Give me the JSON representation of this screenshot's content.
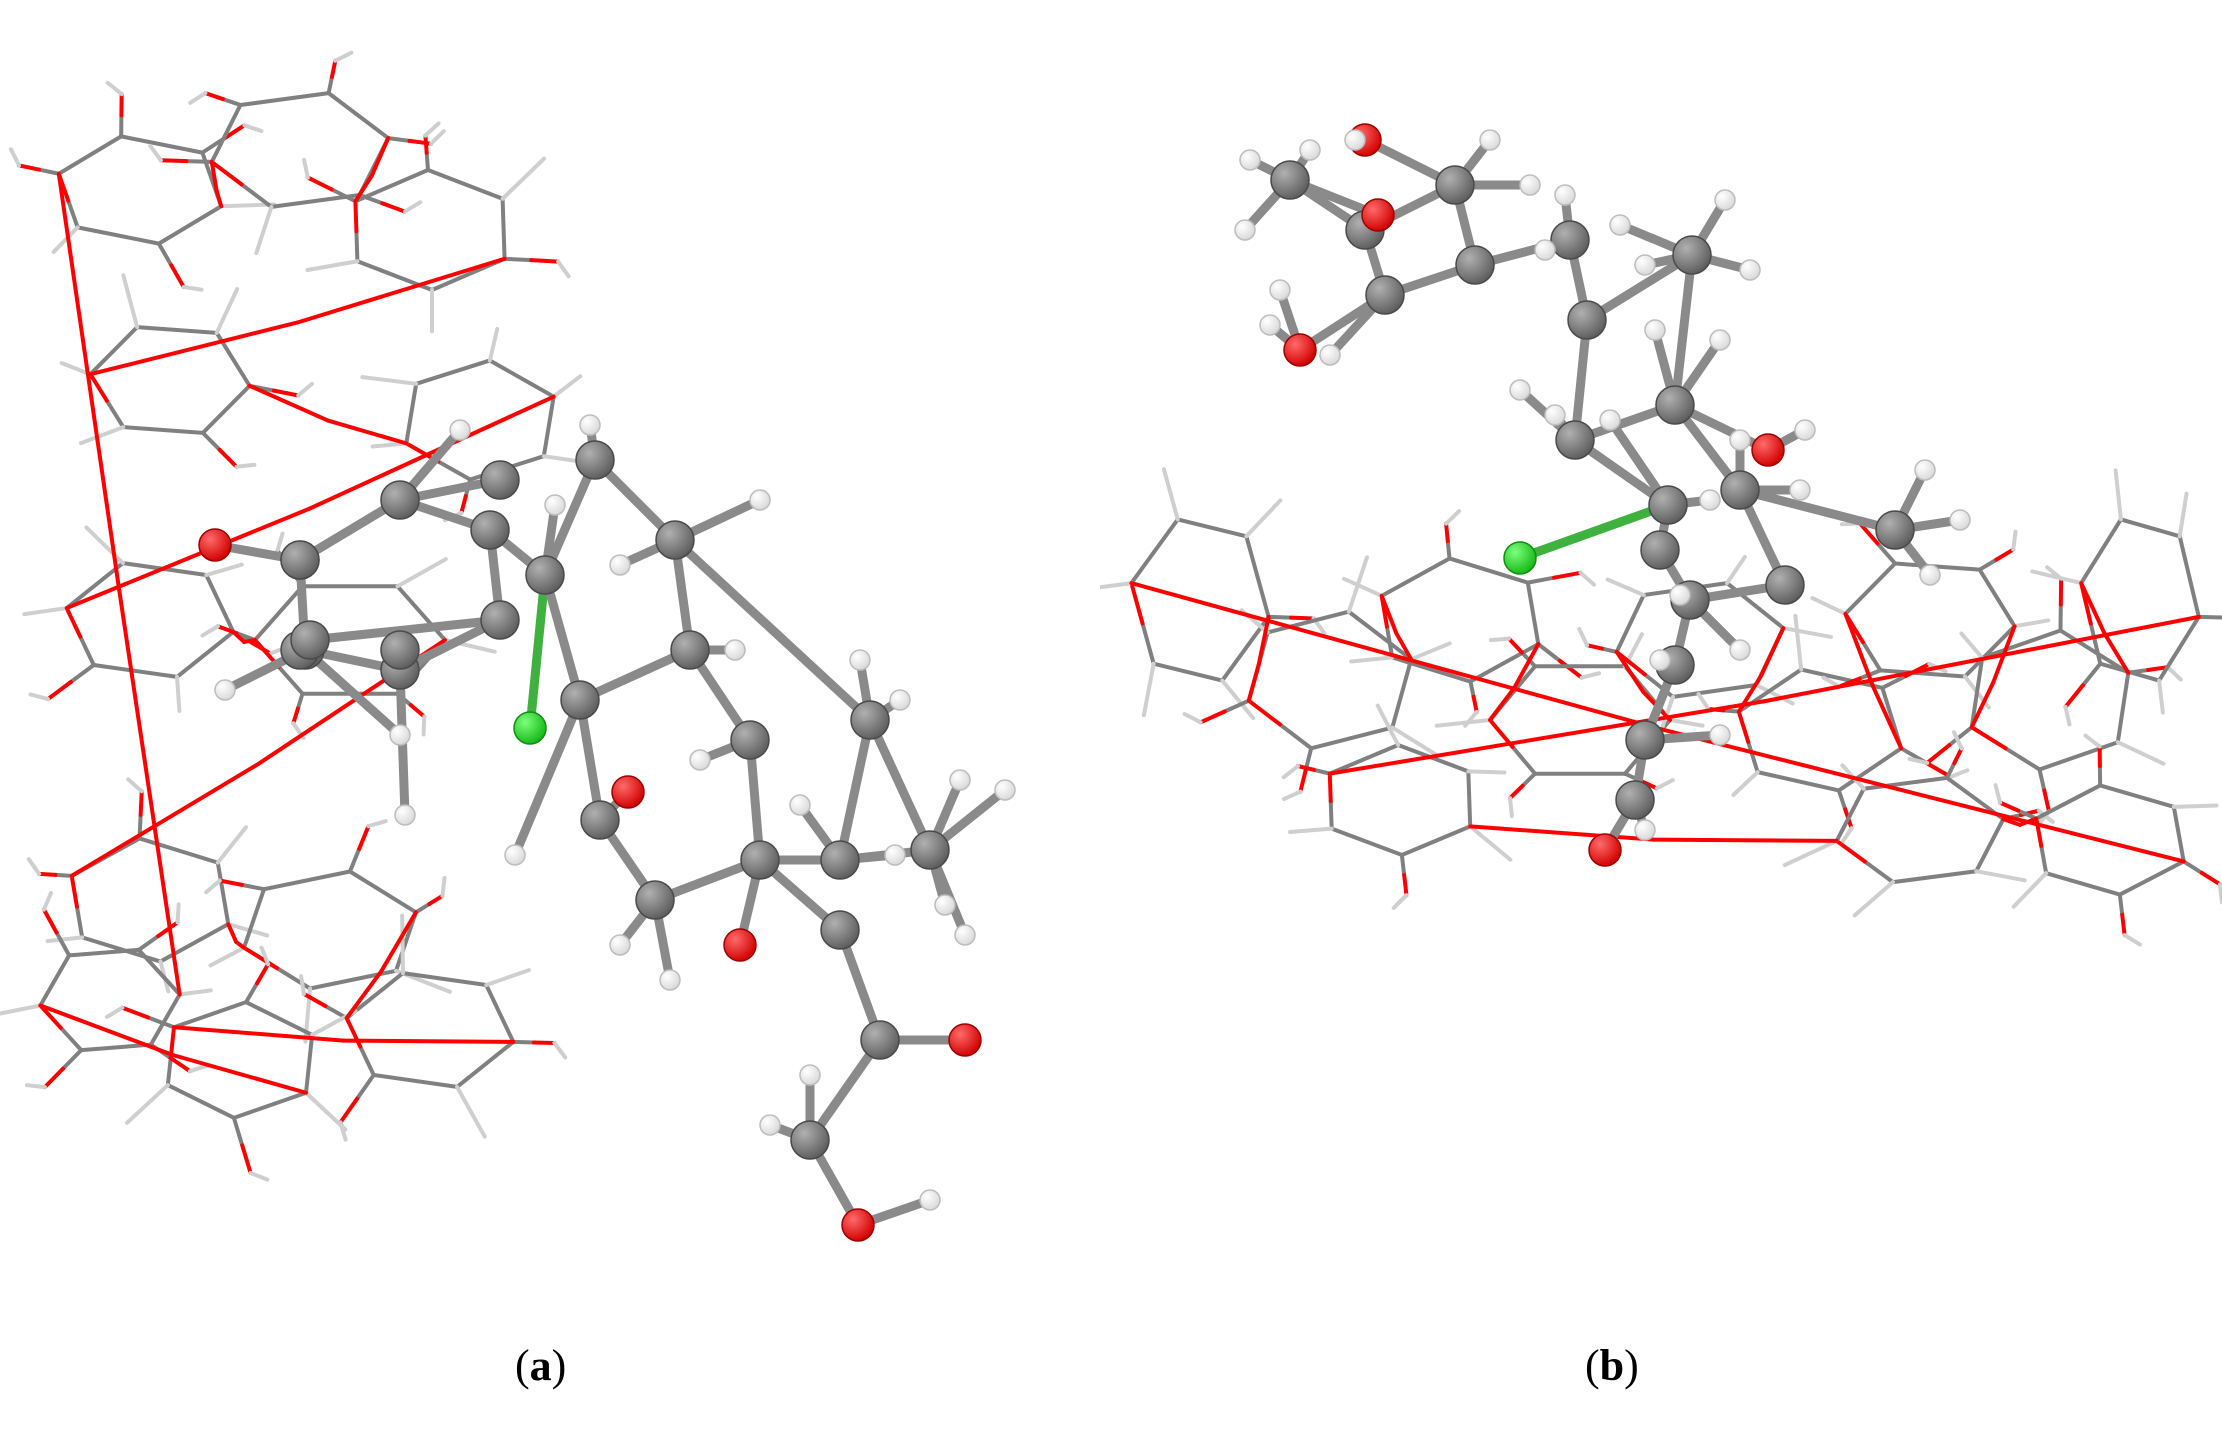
{
  "figure": {
    "panels": [
      {
        "id": "a",
        "caption_open": "(",
        "caption_letter": "a",
        "caption_close": ")",
        "description_icon": "molecule-complex-icon"
      },
      {
        "id": "b",
        "caption_open": "(",
        "caption_letter": "b",
        "caption_close": ")",
        "description_icon": "molecule-complex-icon"
      }
    ]
  },
  "colors": {
    "carbon": "#7a7a7a",
    "carbon_dark": "#5e5e5e",
    "oxygen": "#ff0000",
    "hydrogen": "#f2f2f2",
    "chlorine": "#1fd31f",
    "bond_stick": "#8a8a8a",
    "wire_carbon": "#808080",
    "wire_oxygen": "#ff0000",
    "wire_hydrogen": "#cfcfcf",
    "background": "#ffffff"
  }
}
